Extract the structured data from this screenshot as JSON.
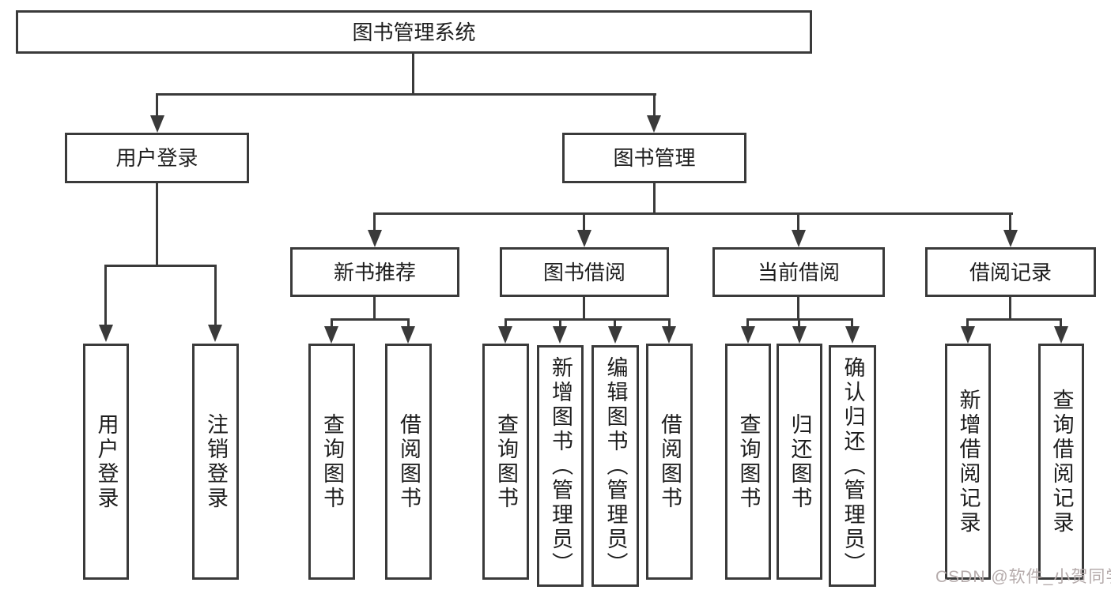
{
  "diagram": {
    "root": {
      "label": "图书管理系统"
    },
    "branches": [
      {
        "label": "用户登录",
        "children": [
          {
            "label": "用户登录"
          },
          {
            "label": "注销登录"
          }
        ]
      },
      {
        "label": "图书管理",
        "children": [
          {
            "label": "新书推荐",
            "children": [
              {
                "label": "查询图书"
              },
              {
                "label": "借阅图书"
              }
            ]
          },
          {
            "label": "图书借阅",
            "children": [
              {
                "label": "查询图书"
              },
              {
                "label": "新增图书（管理员）"
              },
              {
                "label": "编辑图书（管理员）"
              },
              {
                "label": "借阅图书"
              }
            ]
          },
          {
            "label": "当前借阅",
            "children": [
              {
                "label": "查询图书"
              },
              {
                "label": "归还图书"
              },
              {
                "label": "确认归还（管理员）"
              }
            ]
          },
          {
            "label": "借阅记录",
            "children": [
              {
                "label": "新增借阅记录"
              },
              {
                "label": "查询借阅记录"
              }
            ]
          }
        ]
      }
    ]
  },
  "watermark": {
    "text": "CSDN @软件_小贺同学"
  },
  "colors": {
    "line": "#3a3a3a",
    "text": "#1d1d1d",
    "watermark": "#b5abab",
    "background": "#ffffff"
  }
}
